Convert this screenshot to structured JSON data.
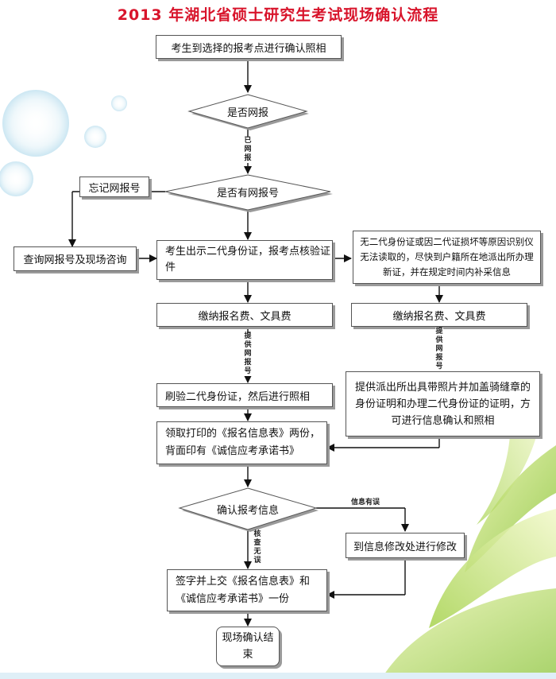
{
  "title": "2013 年湖北省硕士研究生考试现场确认流程",
  "nodes": {
    "photo_at_site": "考生到选择的报考点进行确认照相",
    "registered_online": "是否网报",
    "has_reg_number": "是否有网报号",
    "forgot_reg_number": "忘记网报号",
    "lookup_reg_number": "查询网报号及现场咨询",
    "show_id": "考生出示二代身份证，报考点核验证件",
    "no_id_card": "无二代身份证或因二代证损坏等原因识别仪无法读取的，尽快到户籍所在地派出所办理新证，并在规定时间内补采信息",
    "pay_fees_left": "缴纳报名费、文具费",
    "pay_fees_right": "缴纳报名费、文具费",
    "swipe_id": "刷验二代身份证，然后进行照相",
    "provide_proof": "提供派出所出具带照片并加盖骑缝章的身份证明和办理二代身份证的证明，方可进行信息确认和照相",
    "receive_forms": "领取打印的《报名信息表》两份，背面印有《诚信应考承诺书》",
    "confirm_info": "确认报考信息",
    "fix_info": "到信息修改处进行修改",
    "sign_submit": "签字并上交《报名信息表》和《诚信应考承诺书》一份",
    "end": "现场确认结束"
  },
  "edges": {
    "yes_registered": "已网报",
    "provide_reg_number_left": "提供网报号",
    "provide_reg_number_right": "提供网报号",
    "info_error": "信息有误",
    "no_error": "核查无误"
  },
  "colors": {
    "title": "#d8142b",
    "line": "#111111",
    "box_border": "#555555",
    "shadow": "#9a9a9a"
  }
}
